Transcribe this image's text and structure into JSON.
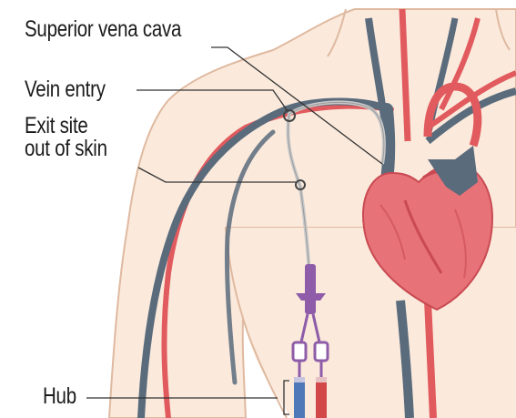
{
  "labels": {
    "superior_vena_cava": "Superior vena cava",
    "vein_entry": "Vein entry",
    "exit_site_line1": "Exit site",
    "exit_site_line2": "out of skin",
    "hub": "Hub"
  },
  "colors": {
    "skin_fill": "#fbeadc",
    "skin_outline": "#dfb9a0",
    "vein": "#5a6b7c",
    "artery": "#e15a5e",
    "heart": "#e77277",
    "heart_dark": "#c94a52",
    "catheter": "#c9c9c9",
    "hub_purple": "#8e5ca8",
    "hub_blue": "#4f78b8",
    "hub_red": "#d24747",
    "leader_line": "#333333"
  },
  "icons": [
    "heart-illustration",
    "catheter-illustration"
  ]
}
